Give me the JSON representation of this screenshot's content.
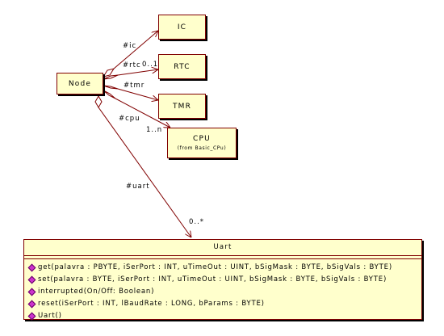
{
  "classes": {
    "node": {
      "name": "Node"
    },
    "ic": {
      "name": "IC"
    },
    "rtc": {
      "name": "RTC"
    },
    "tmr": {
      "name": "TMR"
    },
    "cpu": {
      "name": "CPU",
      "from": "(from Basic_CPu)"
    }
  },
  "associations": {
    "ic": {
      "role": "#ic"
    },
    "rtc": {
      "role": "#rtc",
      "multiplicity": "0..1"
    },
    "tmr": {
      "role": "#tmr"
    },
    "cpu": {
      "role": "#cpu",
      "multiplicity": "1..n"
    },
    "uart": {
      "role": "#uart",
      "multiplicity": "0..*"
    }
  },
  "uart": {
    "name": "Uart",
    "operations": [
      {
        "signature": "get(palavra : PBYTE, iSerPort : INT, uTimeOut : UINT, bSigMask : BYTE, bSigVals : BYTE)",
        "icon": "operation-icon"
      },
      {
        "signature": "set(palavra : BYTE, iSerPort : INT, uTimeOut : UINT, bSigMask : BYTE, bSigVals : BYTE)",
        "icon": "operation-icon"
      },
      {
        "signature": "interrupted(On/Off: Boolean)",
        "icon": "operation-icon"
      },
      {
        "signature": "reset(iSerPort : INT, lBaudRate : LONG, bParams : BYTE)",
        "icon": "operation-icon"
      },
      {
        "signature": "Uart()",
        "icon": "operation-icon"
      }
    ]
  },
  "colors": {
    "class_fill": "#ffffcc",
    "border": "#800000",
    "shadow": "#000000",
    "operation_icon": "#cc33cc"
  }
}
